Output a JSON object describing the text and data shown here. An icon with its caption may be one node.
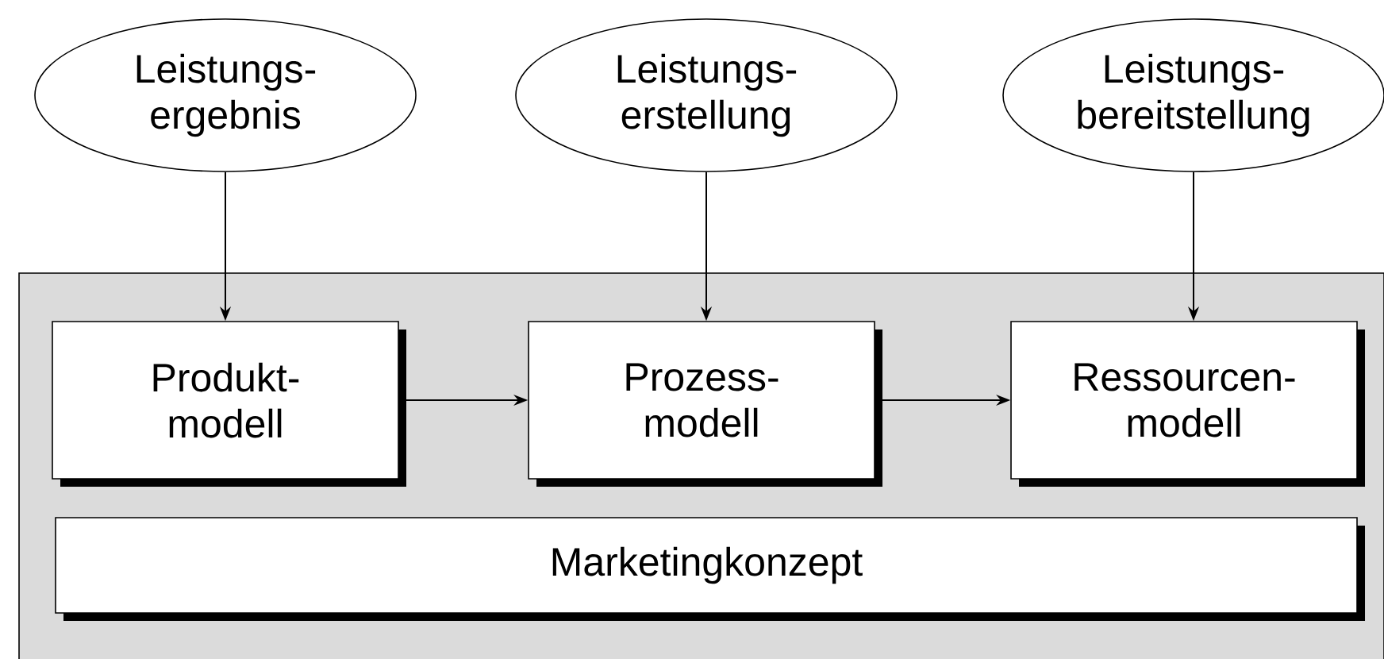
{
  "diagram": {
    "nodes": [
      {
        "text": [
          "Leistungs- ergebnis"
        ]
      },
      {
        "text": [
          "Leistungs- erstellung"
        ]
      },
      {
        "text": [
          "Leistungs- bereitstellung"
        ]
      },
      {
        "text": [],
        "shape": "box"
      },
      {
        "text": [
          "Produkt- modell"
        ],
        "in": 3
      },
      {
        "text": [
          "Prozess- modell"
        ],
        "in": 3
      },
      {
        "text": [
          "Ressourcen- modell"
        ],
        "in": 3
      },
      {
        "text": [
          "Marketingkonzept"
        ],
        "in": 3
      }
    ],
    "edges": [
      {
        "from": 0,
        "to": 4,
        "arrow": "to"
      },
      {
        "from": 1,
        "to": 5,
        "arrow": "to"
      },
      {
        "from": 2,
        "to": 6,
        "arrow": "to"
      },
      {
        "from": 4,
        "to": 5,
        "arrow": "to"
      },
      {
        "from": 5,
        "to": 6,
        "arrow": "to"
      }
    ]
  }
}
